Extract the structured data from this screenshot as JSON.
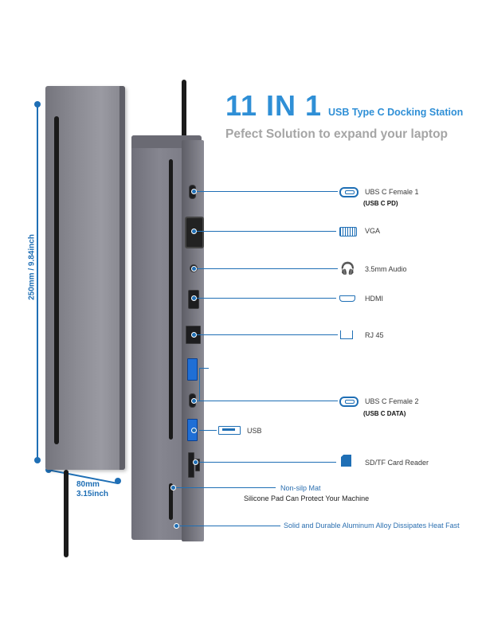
{
  "header": {
    "title_big": "11 IN 1",
    "title_small": "USB Type C Docking Station",
    "subtitle": "Pefect Solution to expand your laptop"
  },
  "dimensions": {
    "height_label": "250mm / 9.84inch",
    "width_label_mm": "80mm",
    "width_label_inch": "3.15inch"
  },
  "ports": {
    "usbc1": {
      "label": "UBS C Female 1",
      "sub": "(USB C PD)"
    },
    "vga": {
      "label": "VGA"
    },
    "audio": {
      "label": "3.5mm Audio"
    },
    "hdmi": {
      "label": "HDMI"
    },
    "rj45": {
      "label": "RJ 45"
    },
    "usbc2": {
      "label": "UBS C Female  2",
      "sub": "(USB C DATA)"
    },
    "usb": {
      "label": "USB"
    },
    "sd": {
      "label": "SD/TF Card Reader"
    }
  },
  "features": {
    "mat_title": "Non-silp Mat",
    "mat_desc": "Silicone Pad Can Protect Your Machine",
    "alloy": "Solid and Durable Aluminum Alloy Dissipates Heat Fast"
  },
  "colors": {
    "accent": "#2f8fd6",
    "line": "#1f6fb5",
    "body": "#808089"
  }
}
